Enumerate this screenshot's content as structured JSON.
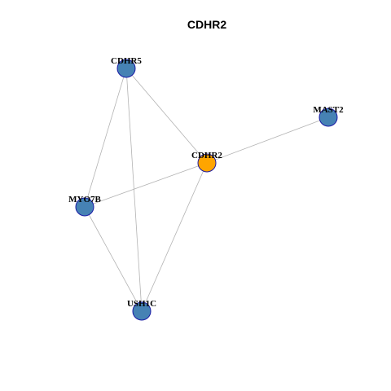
{
  "title": "CDHR2",
  "colors": {
    "center": "#ffa500",
    "neighbor": "#4682b4",
    "node_border": "#1a1aa6",
    "edge": "#b3b3b3"
  },
  "nodes": [
    {
      "id": "CDHR2",
      "label": "CDHR2",
      "role": "center"
    },
    {
      "id": "CDHR5",
      "label": "CDHR5",
      "role": "neighbor"
    },
    {
      "id": "MAST2",
      "label": "MAST2",
      "role": "neighbor"
    },
    {
      "id": "MYO7B",
      "label": "MYO7B",
      "role": "neighbor"
    },
    {
      "id": "USH1C",
      "label": "USH1C",
      "role": "neighbor"
    }
  ],
  "edges": [
    {
      "source": "CDHR5",
      "target": "CDHR2"
    },
    {
      "source": "CDHR5",
      "target": "MYO7B"
    },
    {
      "source": "CDHR5",
      "target": "USH1C"
    },
    {
      "source": "MAST2",
      "target": "CDHR2"
    },
    {
      "source": "CDHR2",
      "target": "MYO7B"
    },
    {
      "source": "CDHR2",
      "target": "USH1C"
    },
    {
      "source": "MYO7B",
      "target": "USH1C"
    }
  ]
}
